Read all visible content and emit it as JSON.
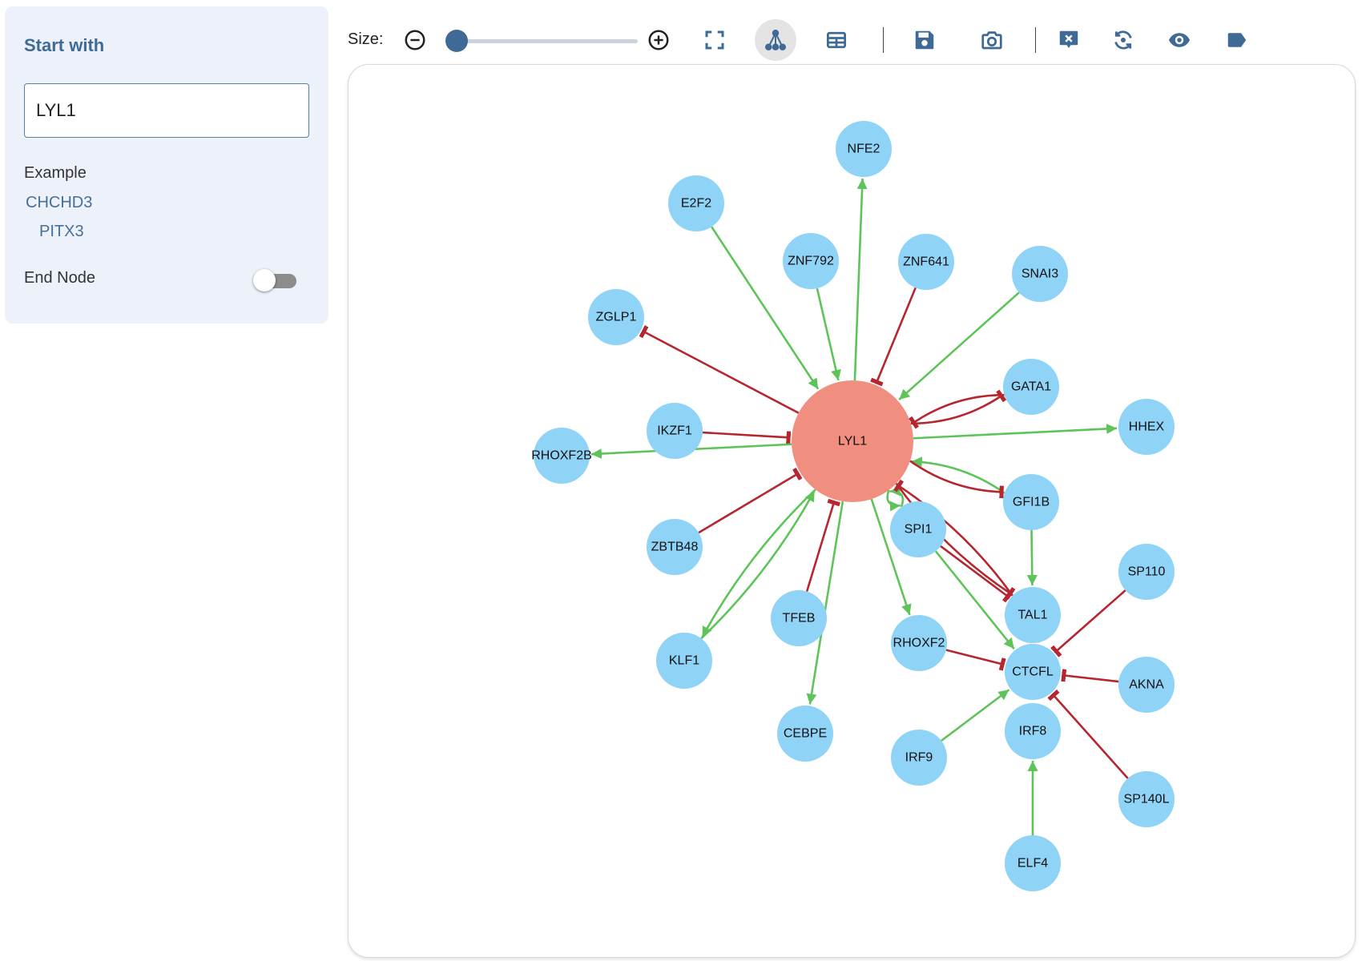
{
  "sidebar": {
    "title": "Start with",
    "input_value": "LYL1",
    "example_label": "Example",
    "examples": [
      "CHCHD3",
      "PITX3"
    ],
    "end_node_label": "End Node",
    "end_node_enabled": false
  },
  "toolbar": {
    "size_label": "Size:",
    "size_value_fraction": 0.0,
    "icons": [
      "zoom-out-icon",
      "zoom-in-icon",
      "fit-view-icon",
      "network-layout-icon",
      "table-view-icon",
      "save-icon",
      "camera-icon",
      "clear-icon",
      "refresh-icon",
      "eye-icon",
      "label-icon"
    ],
    "active_icon": "network-layout-icon"
  },
  "graph": {
    "colors": {
      "node": "#8fd3f7",
      "center_node": "#f08e80",
      "activation": "#5ec45a",
      "inhibition": "#b5262f"
    },
    "center": "LYL1",
    "nodes": [
      "LYL1",
      "NFE2",
      "E2F2",
      "ZNF792",
      "ZNF641",
      "SNAI3",
      "ZGLP1",
      "GATA1",
      "IKZF1",
      "HHEX",
      "RHOXF2B",
      "GFI1B",
      "SPI1",
      "ZBTB48",
      "SP110",
      "TAL1",
      "TFEB",
      "RHOXF2",
      "KLF1",
      "CTCFL",
      "AKNA",
      "CEBPE",
      "IRF8",
      "IRF9",
      "SP140L",
      "ELF4"
    ],
    "edges": [
      {
        "source": "LYL1",
        "target": "NFE2",
        "type": "activation"
      },
      {
        "source": "E2F2",
        "target": "LYL1",
        "type": "activation"
      },
      {
        "source": "ZNF792",
        "target": "LYL1",
        "type": "activation"
      },
      {
        "source": "ZNF641",
        "target": "LYL1",
        "type": "inhibition"
      },
      {
        "source": "SNAI3",
        "target": "LYL1",
        "type": "activation"
      },
      {
        "source": "LYL1",
        "target": "ZGLP1",
        "type": "inhibition"
      },
      {
        "source": "GATA1",
        "target": "LYL1",
        "type": "inhibition"
      },
      {
        "source": "LYL1",
        "target": "GATA1",
        "type": "inhibition"
      },
      {
        "source": "LYL1",
        "target": "HHEX",
        "type": "activation"
      },
      {
        "source": "IKZF1",
        "target": "LYL1",
        "type": "inhibition"
      },
      {
        "source": "LYL1",
        "target": "RHOXF2B",
        "type": "activation"
      },
      {
        "source": "GFI1B",
        "target": "LYL1",
        "type": "activation"
      },
      {
        "source": "LYL1",
        "target": "GFI1B",
        "type": "inhibition"
      },
      {
        "source": "SPI1",
        "target": "LYL1",
        "type": "activation"
      },
      {
        "source": "LYL1",
        "target": "SPI1",
        "type": "activation"
      },
      {
        "source": "ZBTB48",
        "target": "LYL1",
        "type": "inhibition"
      },
      {
        "source": "TAL1",
        "target": "LYL1",
        "type": "inhibition"
      },
      {
        "source": "LYL1",
        "target": "TAL1",
        "type": "inhibition"
      },
      {
        "source": "TFEB",
        "target": "LYL1",
        "type": "inhibition"
      },
      {
        "source": "LYL1",
        "target": "RHOXF2",
        "type": "activation"
      },
      {
        "source": "KLF1",
        "target": "LYL1",
        "type": "activation"
      },
      {
        "source": "LYL1",
        "target": "KLF1",
        "type": "activation"
      },
      {
        "source": "LYL1",
        "target": "CEBPE",
        "type": "activation"
      },
      {
        "source": "SPI1",
        "target": "CTCFL",
        "type": "activation"
      },
      {
        "source": "SPI1",
        "target": "TAL1",
        "type": "inhibition"
      },
      {
        "source": "GFI1B",
        "target": "TAL1",
        "type": "activation"
      },
      {
        "source": "TAL1",
        "target": "CTCFL",
        "type": "inhibition"
      },
      {
        "source": "SP110",
        "target": "CTCFL",
        "type": "inhibition"
      },
      {
        "source": "RHOXF2",
        "target": "CTCFL",
        "type": "inhibition"
      },
      {
        "source": "AKNA",
        "target": "CTCFL",
        "type": "inhibition"
      },
      {
        "source": "IRF9",
        "target": "CTCFL",
        "type": "activation"
      },
      {
        "source": "SP140L",
        "target": "CTCFL",
        "type": "inhibition"
      },
      {
        "source": "ELF4",
        "target": "IRF8",
        "type": "activation"
      }
    ]
  }
}
